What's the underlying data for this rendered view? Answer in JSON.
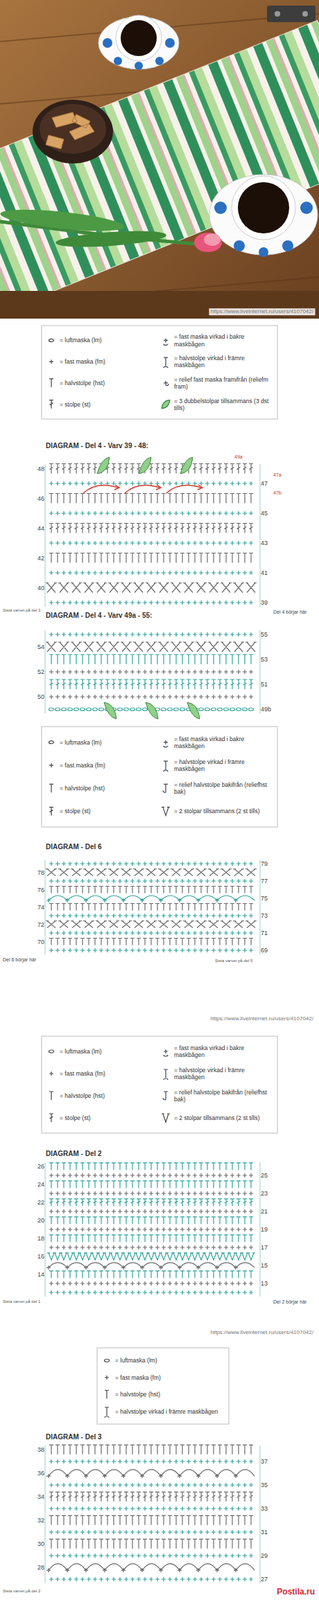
{
  "diagram": {
    "labels": [
      "https://www.liveinternet.ru/users/4107042/",
      "DIAGRAM - Del 4 - Varv 39 - 48:",
      "49a",
      "48",
      "46",
      "44",
      "42",
      "40",
      "47",
      "45",
      "43",
      "41",
      "39",
      "47a",
      "47b",
      "Del 4 börjar här",
      "Sista varvet på del 3",
      "DIAGRAM - Del 4 - Varv 49a - 55:",
      "54",
      "52",
      "50",
      "55",
      "53",
      "51",
      "49b",
      "DIAGRAM - Del 6",
      "78",
      "76",
      "74",
      "72",
      "70",
      "79",
      "77",
      "75",
      "73",
      "71",
      "69",
      "Del 6 börjar här",
      "Sista varvet på del 5",
      "https://www.liveinternet.ru/users/4107042/",
      "DIAGRAM - Del 2",
      "26",
      "24",
      "22",
      "20",
      "18",
      "16",
      "14",
      "25",
      "23",
      "21",
      "19",
      "17",
      "15",
      "13",
      "Sista varvet på del 1",
      "Del 2 börjar här",
      "https://www.liveinternet.ru/users/4107042/",
      "DIAGRAM - Del 3",
      "38",
      "36",
      "34",
      "32",
      "30",
      "28",
      "37",
      "35",
      "33",
      "31",
      "29",
      "27",
      "Sista varvet på del 2",
      "Postila.ru"
    ],
    "legend": [
      {
        "text": "= luftmaska (lm)"
      },
      {
        "text": "= fast maska (fm)"
      },
      {
        "text": "= halvstolpe (hst)"
      },
      {
        "text": "= stolpe (st)"
      },
      {
        "text": "= fast maska virkad i bakre maskbågen"
      },
      {
        "text": "= halvstolpe virkad i främre maskbågen"
      },
      {
        "text": "= relief fast maska framifrån (reliefm fram)"
      },
      {
        "text": "= 3 dubbelstolpar tillsammans (3 dst tills)"
      },
      {
        "text": "= luftmaska (lm)"
      },
      {
        "text": "= fast maska (fm)"
      },
      {
        "text": "= halvstolpe (hst)"
      },
      {
        "text": "= stolpe (st)"
      },
      {
        "text": "= fast maska virkad i bakre maskbågen"
      },
      {
        "text": "= halvstolpe virkad i främre maskbågen"
      },
      {
        "text": "= relief halvstolpe bakifrån (reliefhst bak)"
      },
      {
        "text": "= 2 stolpar tillsammans (2 st tills)"
      },
      {
        "text": "= luftmaska (lm)"
      },
      {
        "text": "= fast maska (fm)"
      },
      {
        "text": "= halvstolpe (hst)"
      },
      {
        "text": "= stolpe (st)"
      },
      {
        "text": "= fast maska virkad i bakre maskbågen"
      },
      {
        "text": "= halvstolpe virkad i främre maskbågen"
      },
      {
        "text": "= relief halvstolpe bakifrån (reliefhst bak)"
      },
      {
        "text": "= 2 stolpar tillsammans (2 st tills)"
      },
      {
        "text": "= luftmaska (lm)"
      },
      {
        "text": "= fast maska (fm)"
      },
      {
        "text": "= halvstolpe (hst)"
      },
      {
        "text": "= halvstolpe virkad i främre maskbågen"
      }
    ]
  }
}
